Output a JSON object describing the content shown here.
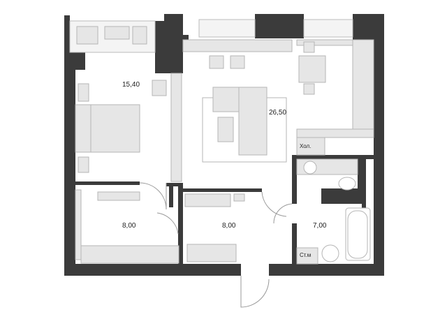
{
  "colors": {
    "wall": "#3b3b3b",
    "furniture": "#e6e6e6",
    "furniture_stroke": "#b5b5b5",
    "background": "#ffffff"
  },
  "rooms": {
    "bedroom_area": "15,40",
    "living_area": "26,50",
    "dressing_area": "8,00",
    "hall_area": "8,00",
    "bathroom_area": "7,00",
    "fridge_label": "Хол.",
    "washer_label": "Ст.м"
  }
}
